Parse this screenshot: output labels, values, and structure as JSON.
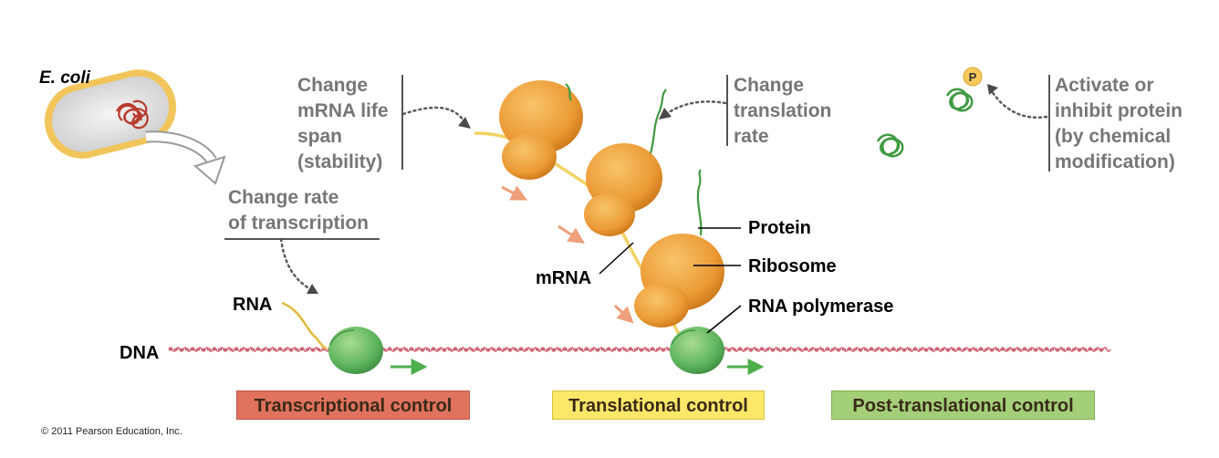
{
  "organism_label": "E. coli",
  "labels": {
    "mrna_stability": "Change\nmRNA life\nspan\n(stability)",
    "translation_rate": "Change\ntranslation\nrate",
    "protein_modification": "Activate or\ninhibit protein\n(by chemical\nmodification)",
    "transcription_rate": "Change rate\nof transcription",
    "protein": "Protein",
    "ribosome": "Ribosome",
    "rna_polymerase": "RNA polymerase",
    "mrna": "mRNA",
    "rna": "RNA",
    "dna": "DNA",
    "phosphate": "P"
  },
  "control_boxes": {
    "transcriptional": "Transcriptional control",
    "translational": "Translational control",
    "post_translational": "Post-translational control"
  },
  "colors": {
    "transcriptional_box": "#e0725e",
    "translational_box": "#fbe768",
    "post_translational_box": "#a3cf79",
    "ribosome": "#f0a84a",
    "rna_polymerase": "#5fb45f",
    "dna": "#c8566a",
    "mrna": "#f2d264",
    "protein": "#3f9a3f"
  },
  "copyright": "© 2011 Pearson Education, Inc."
}
